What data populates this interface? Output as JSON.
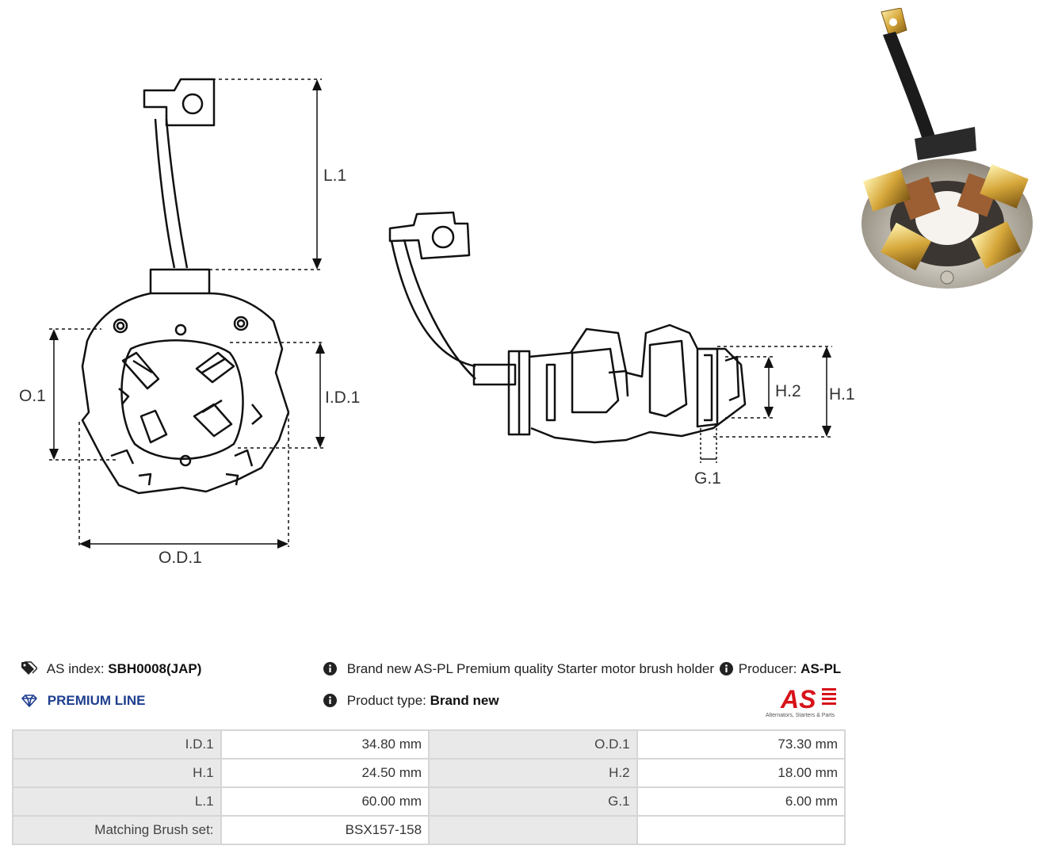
{
  "diagram_labels": {
    "l1": "L.1",
    "o1": "O.1",
    "id1": "I.D.1",
    "od1": "O.D.1",
    "h1": "H.1",
    "h2": "H.2",
    "g1": "G.1"
  },
  "info": {
    "as_index_label": "AS index:",
    "as_index_value": "SBH0008(JAP)",
    "premium_line": "PREMIUM LINE",
    "description": "Brand new AS-PL Premium quality Starter motor brush holder",
    "producer_label": "Producer:",
    "producer_value": "AS-PL",
    "product_type_label": "Product type:",
    "product_type_value": "Brand new"
  },
  "logo": {
    "mark": "AS",
    "tagline": "Alternators, Starters & Parts"
  },
  "specs": [
    {
      "k1": "I.D.1",
      "v1": "34.80 mm",
      "k2": "O.D.1",
      "v2": "73.30 mm"
    },
    {
      "k1": "H.1",
      "v1": "24.50 mm",
      "k2": "H.2",
      "v2": "18.00 mm"
    },
    {
      "k1": "L.1",
      "v1": "60.00 mm",
      "k2": "G.1",
      "v2": "6.00 mm"
    },
    {
      "k1": "Matching Brush set:",
      "v1": "BSX157-158",
      "k2": "",
      "v2": ""
    }
  ],
  "colors": {
    "premium": "#1f3f8f",
    "logo_red": "#d7141a",
    "table_key_bg": "#e9e9e9",
    "table_border": "#d6d6d6"
  }
}
